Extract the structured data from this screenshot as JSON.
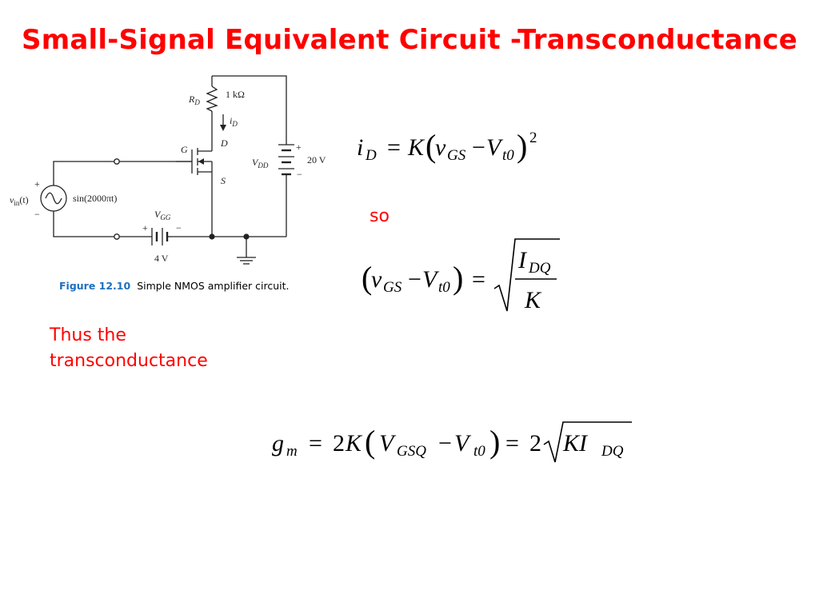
{
  "slide": {
    "title": "Small-Signal Equivalent Circuit -Transconductance",
    "so_text": "so",
    "body_text": "Thus the transconductance"
  },
  "figure": {
    "caption_label": "Figure 12.10",
    "caption_text": "Simple NMOS amplifier circuit.",
    "labels": {
      "rd": "R",
      "rd_sub": "D",
      "rd_value": "1 kΩ",
      "id": "i",
      "id_sub": "D",
      "gate": "G",
      "drain": "D",
      "source": "S",
      "vdd": "V",
      "vdd_sub": "DD",
      "vdd_value": "20 V",
      "vin": "v",
      "vin_sub": "in",
      "vin_arg": "(t)",
      "vin_expr": "sin(2000πt)",
      "vgg": "V",
      "vgg_sub": "GG",
      "vgg_value": "4 V",
      "plus": "+",
      "minus": "−"
    }
  },
  "equations": {
    "eq1": {
      "i": "i",
      "D": "D",
      "eq": "=",
      "K": "K",
      "lp": "(",
      "v": "v",
      "GS": "GS",
      "minus": "−",
      "V": "V",
      "t0": "t0",
      "rp": ")",
      "exp": "2"
    },
    "eq2": {
      "lp": "(",
      "v": "v",
      "GS": "GS",
      "minus": "−",
      "V": "V",
      "t0": "t0",
      "rp": ")",
      "eq": "=",
      "I": "I",
      "DQ": "DQ",
      "K": "K"
    },
    "eq3": {
      "g": "g",
      "m": "m",
      "eq1": "=",
      "two1": "2",
      "K": "K",
      "lp": "(",
      "V": "V",
      "GSQ": "GSQ",
      "minus": "−",
      "V2": "V",
      "t0": "t0",
      "rp": ")",
      "eq2": "=",
      "two2": "2",
      "KI": "KI",
      "DQ": "DQ"
    }
  },
  "colors": {
    "title": "#ff0000",
    "body_text": "#ff0000",
    "caption_label": "#1d6fc0"
  }
}
